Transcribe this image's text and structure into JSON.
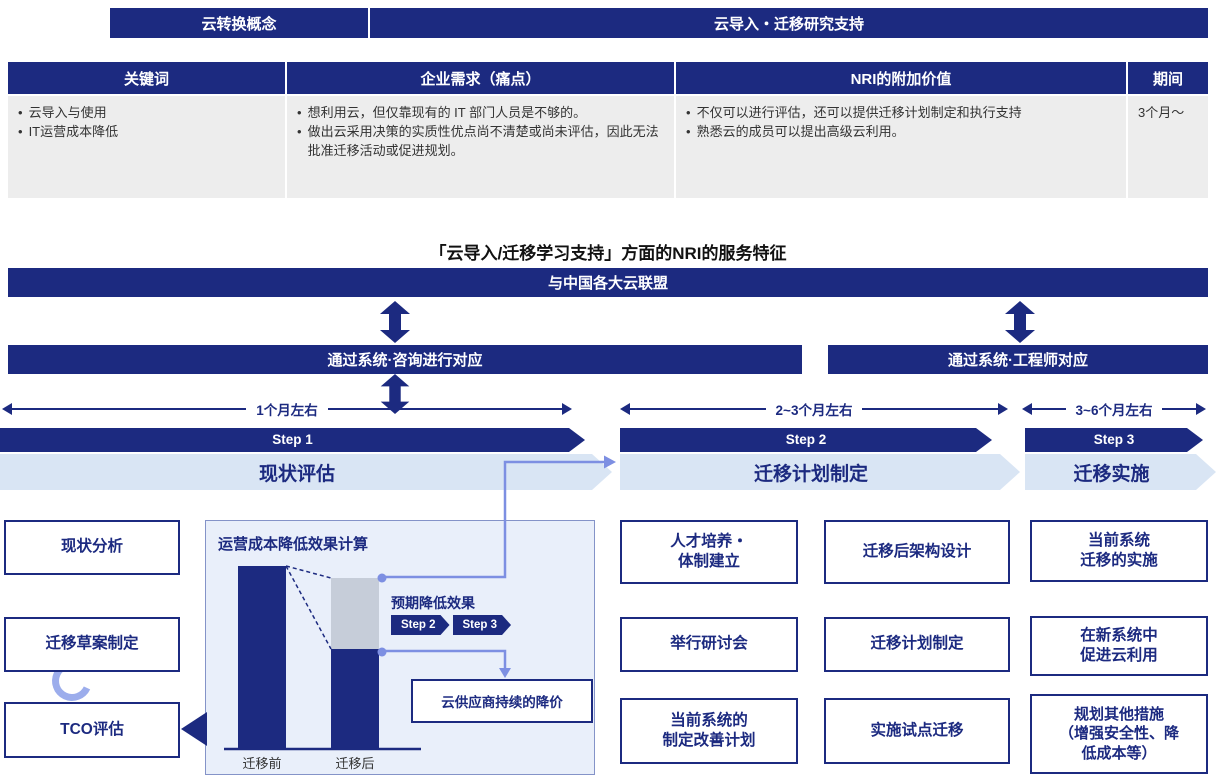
{
  "colors": {
    "navy": "#1c2a80",
    "band_blue": "#d9e5f4",
    "panel_blue": "#e9effa",
    "gray_bar": "#c6cdd9",
    "periwinkle": "#7d8fe2",
    "table_gray": "#ededed"
  },
  "top_bar": {
    "left_label": "云转换概念",
    "right_label": "云导入・迁移研究支持"
  },
  "table": {
    "headers": [
      "关键词",
      "企业需求（痛点）",
      "NRI的附加价值",
      "期间"
    ],
    "keywords": [
      "云导入与使用",
      "IT运营成本降低"
    ],
    "pain_points": [
      "想利用云，但仅靠现有的 IT 部门人员是不够的。",
      "做出云采用决策的实质性优点尚不清楚或尚未评估，因此无法批准迁移活动或促进规划。"
    ],
    "nri_values": [
      "不仅可以进行评估，还可以提供迁移计划制定和执行支持",
      "熟悉云的成员可以提出高级云利用。"
    ],
    "period": "3个月～"
  },
  "section_title": "「云导入/迁移学习支持」方面的NRI的服务特征",
  "alliance_banner": "与中国各大云联盟",
  "support_banners": {
    "left": "通过系统·咨询进行对应",
    "right": "通过系统·工程师对应"
  },
  "timeline": {
    "t1": "1个月左右",
    "t2": "2~3个月左右",
    "t3": "3~6个月左右"
  },
  "steps": {
    "step1": {
      "label": "Step 1",
      "title": "现状评估"
    },
    "step2": {
      "label": "Step 2",
      "title": "迁移计划制定"
    },
    "step3": {
      "label": "Step 3",
      "title": "迁移实施"
    }
  },
  "step1_boxes": [
    "现状分析",
    "迁移草案制定",
    "TCO评估"
  ],
  "chart": {
    "title": "运营成本降低效果计算",
    "annotation": "预期降低效果",
    "annotation_steps": [
      "Step 2",
      "Step 3"
    ],
    "callout": "云供应商持续的降价",
    "bar_labels": [
      "迁移前",
      "迁移后"
    ]
  },
  "chart_data": {
    "type": "bar",
    "title": "运营成本降低效果计算",
    "categories": [
      "迁移前",
      "迁移后"
    ],
    "series": [
      {
        "name": "运营成本（深蓝）",
        "values": [
          100,
          55
        ]
      },
      {
        "name": "预期进一步降低区间（灰色，仅迁移后）",
        "values": [
          0,
          39
        ]
      }
    ],
    "annotations": [
      "预期降低效果",
      "Step 2",
      "Step 3",
      "云供应商持续的降价"
    ],
    "values_estimated": true,
    "ylim": [
      0,
      100
    ]
  },
  "step2_col1_boxes": [
    "人才培养・\n体制建立",
    "举行研讨会",
    "当前系统的\n制定改善计划"
  ],
  "step2_col2_boxes": [
    "迁移后架构设计",
    "迁移计划制定",
    "实施试点迁移"
  ],
  "step3_boxes": [
    "当前系统\n迁移的实施",
    "在新系统中\n促进云利用",
    "规划其他措施\n（增强安全性、降\n低成本等）"
  ]
}
